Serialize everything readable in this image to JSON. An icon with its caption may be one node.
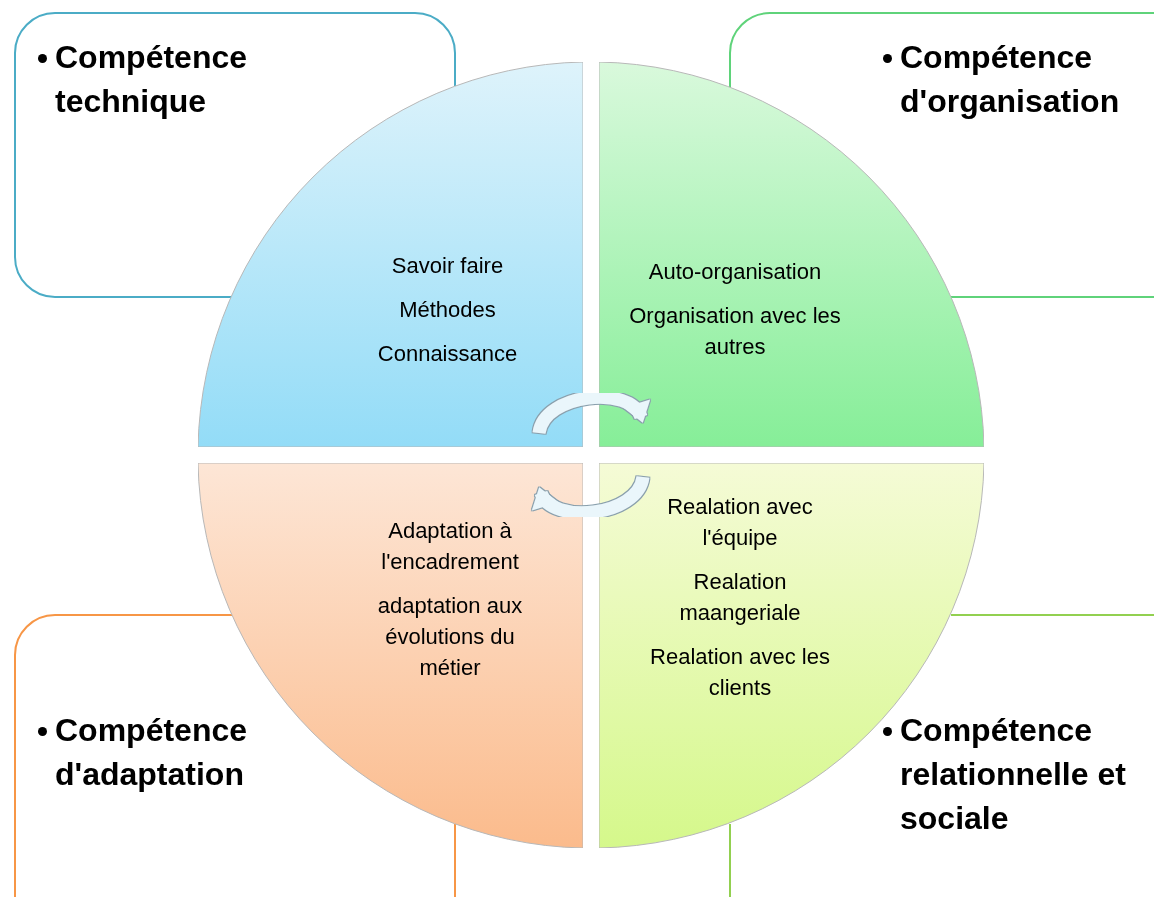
{
  "diagram": {
    "nodes": [
      {
        "text": [
          "Compétence technique"
        ]
      },
      {
        "text": [
          "Compétence d'organisation"
        ]
      },
      {
        "text": [
          "Compétence d'adaptation"
        ]
      },
      {
        "text": [
          "Compétence relationnelle et sociale"
        ]
      },
      {
        "text": [
          "Savoir faire",
          "Méthodes",
          "Connaissance"
        ]
      },
      {
        "text": [
          "Auto-organisation",
          "Organisation avec les autres"
        ]
      },
      {
        "text": [
          "Adaptation à l'encadrement",
          "adaptation aux évolutions du métier"
        ]
      },
      {
        "text": [
          "Realation avec l'équipe",
          "Realation maangeriale",
          "Realation avec les clients"
        ]
      }
    ],
    "edges": [
      {
        "from": 4,
        "to": 5,
        "arrow": "to"
      },
      {
        "from": 7,
        "to": 6,
        "arrow": "to"
      }
    ]
  }
}
